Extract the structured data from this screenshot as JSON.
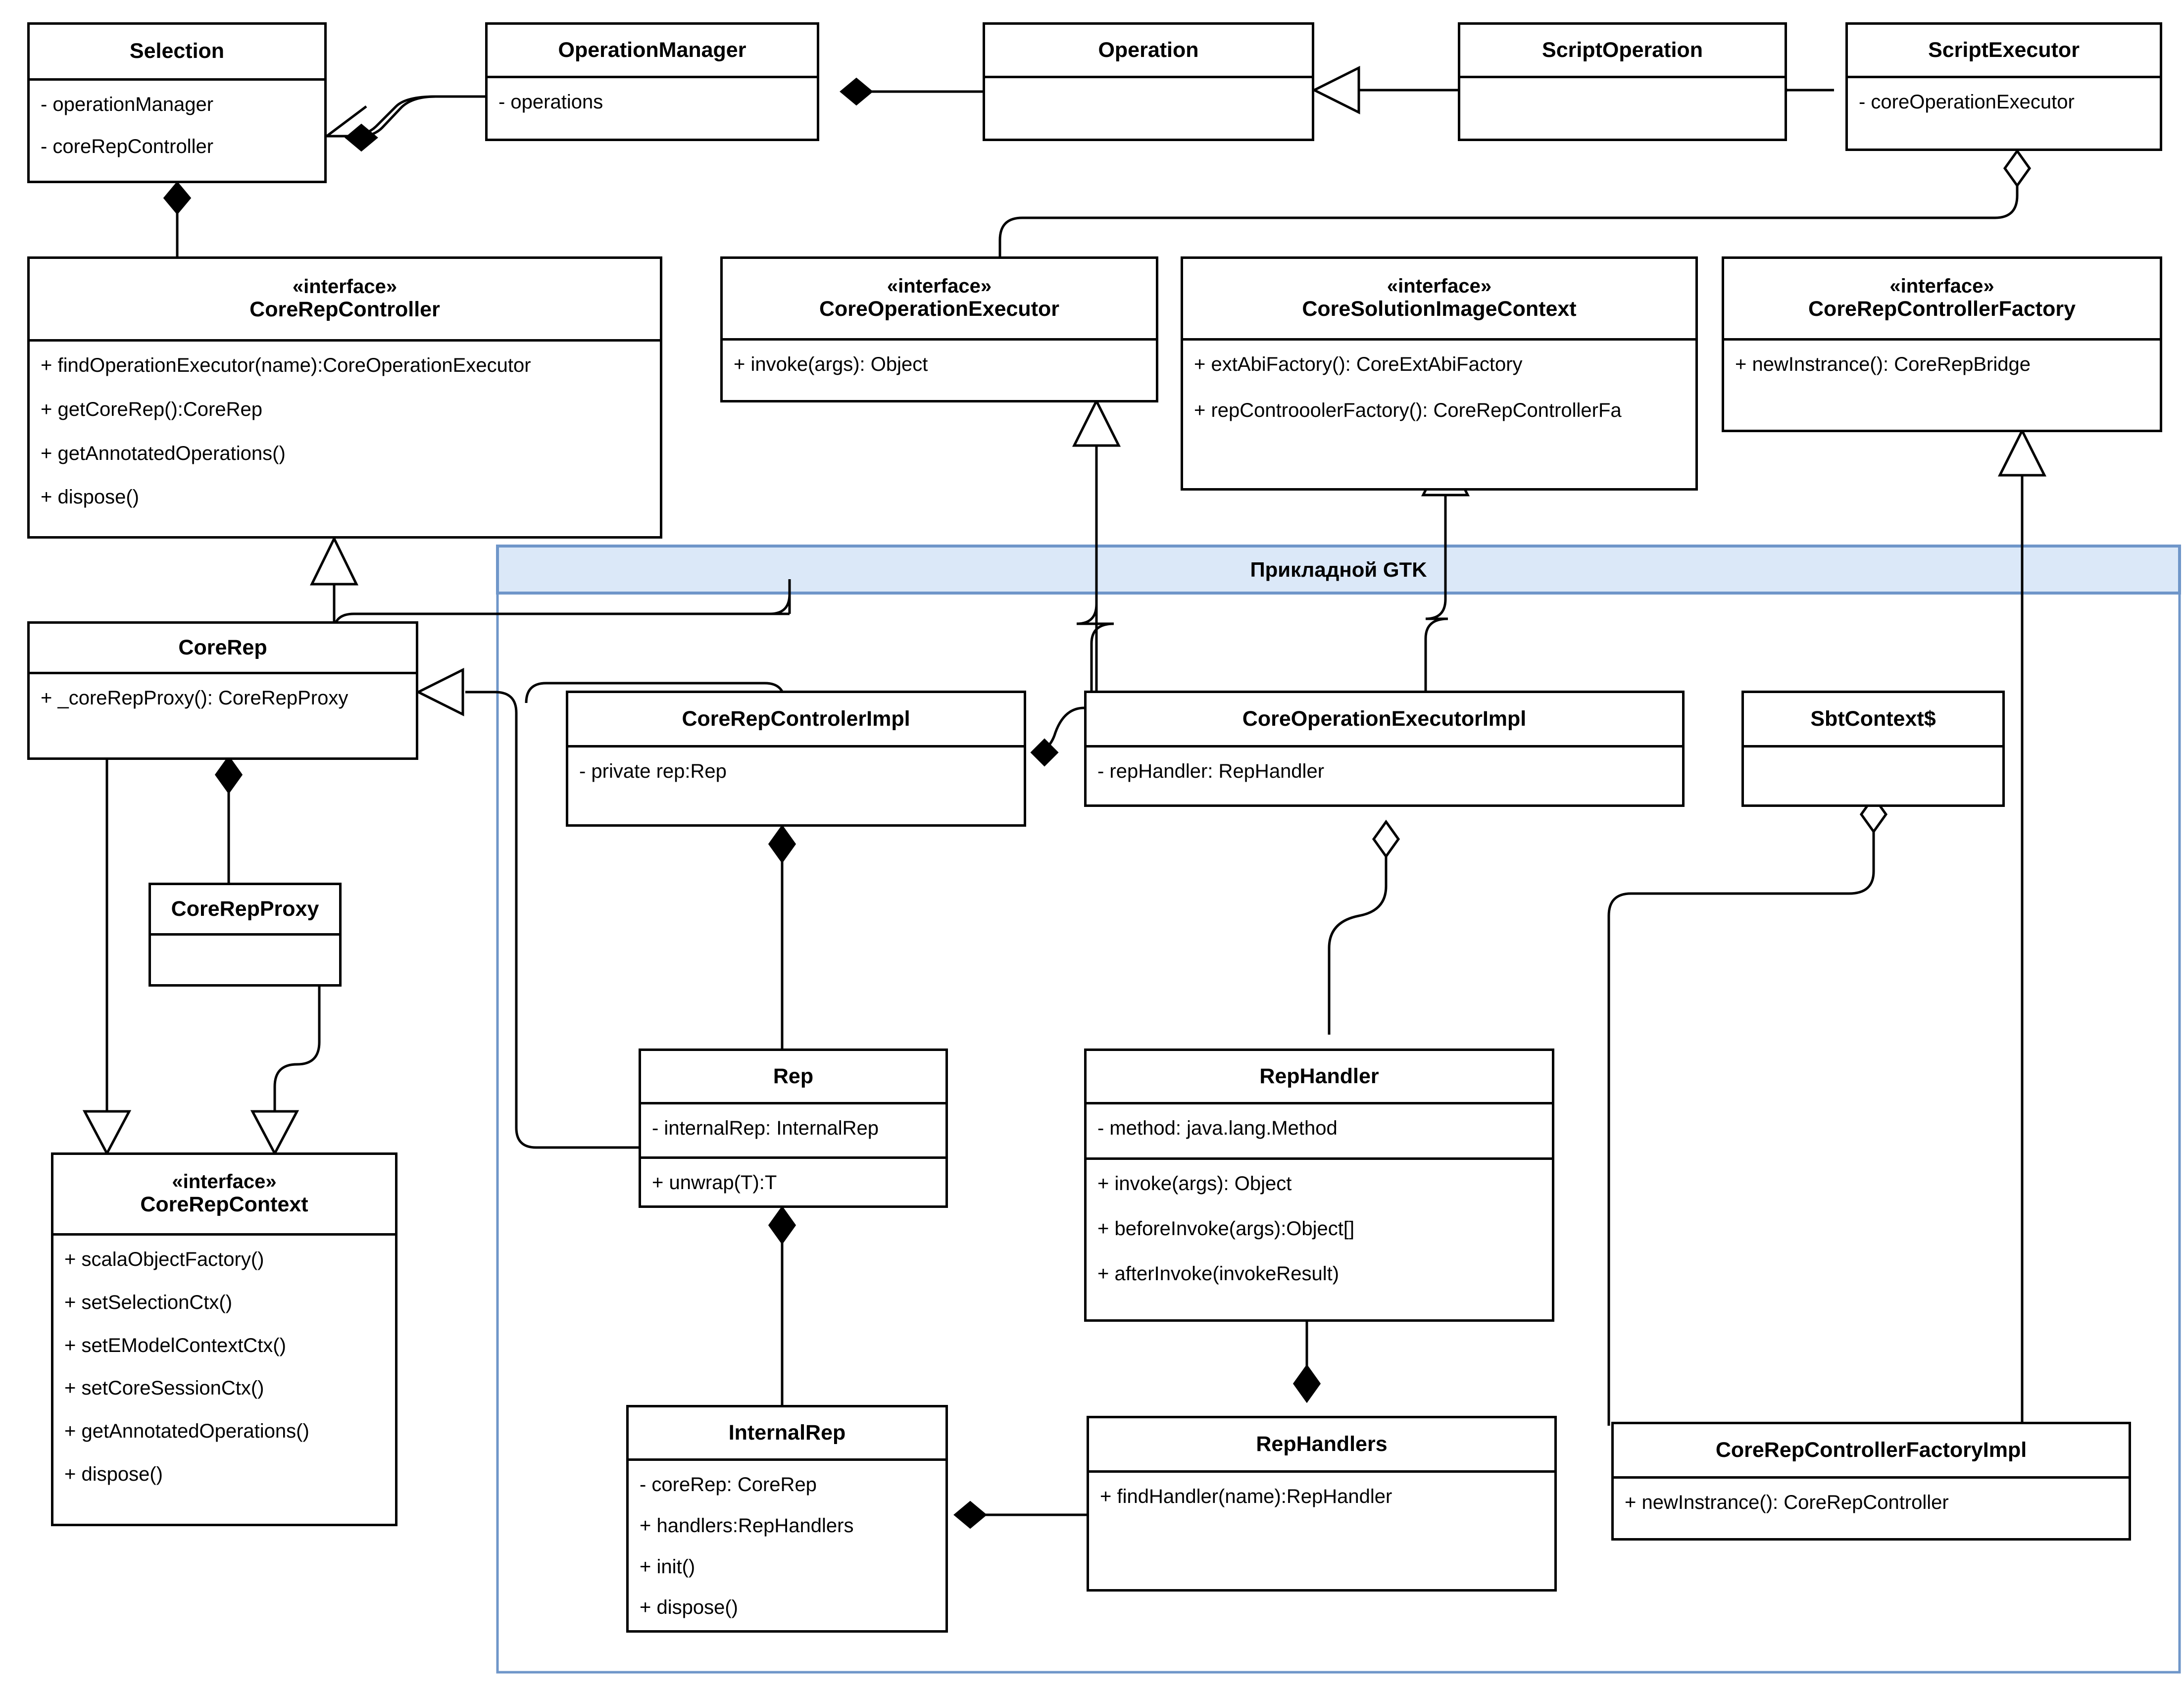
{
  "diagram": {
    "type": "uml-class-diagram",
    "package": {
      "label": "Прикладной GTK",
      "header_color": "#dbe8f8",
      "border_color": "#6f96c9"
    }
  },
  "classes": {
    "selection": {
      "name": "Selection",
      "stereotype": "",
      "attributes": [
        "- operationManager",
        "- coreRepController"
      ],
      "operations": []
    },
    "operation_manager": {
      "name": "OperationManager",
      "stereotype": "",
      "attributes": [
        "- operations"
      ],
      "operations": []
    },
    "operation": {
      "name": "Operation",
      "stereotype": "",
      "attributes": [],
      "operations": []
    },
    "script_operation": {
      "name": "ScriptOperation",
      "stereotype": "",
      "attributes": [],
      "operations": []
    },
    "script_executor": {
      "name": "ScriptExecutor",
      "stereotype": "",
      "attributes": [
        "- coreOperationExecutor"
      ],
      "operations": []
    },
    "core_rep_controller": {
      "name": "CoreRepController",
      "stereotype": "«interface»",
      "attributes": [],
      "operations": [
        "+ findOperationExecutor(name):CoreOperationExecutor",
        "+ getCoreRep():CoreRep",
        "+ getAnnotatedOperations()",
        "+ dispose()"
      ]
    },
    "core_operation_executor": {
      "name": "CoreOperationExecutor",
      "stereotype": "«interface»",
      "attributes": [],
      "operations": [
        "+ invoke(args): Object"
      ]
    },
    "core_solution_image_context": {
      "name": "CoreSolutionImageContext",
      "stereotype": "«interface»",
      "attributes": [],
      "operations": [
        "+ extAbiFactory(): CoreExtAbiFactory",
        "+ repControoolerFactory(): CoreRepControllerFa"
      ]
    },
    "core_rep_controller_factory": {
      "name": "CoreRepControllerFactory",
      "stereotype": "«interface»",
      "attributes": [],
      "operations": [
        "+ newInstrance(): CoreRepBridge"
      ]
    },
    "core_rep": {
      "name": "CoreRep",
      "stereotype": "",
      "attributes": [],
      "operations": [
        "+ _coreRepProxy(): CoreRepProxy"
      ]
    },
    "core_rep_proxy": {
      "name": "CoreRepProxy",
      "stereotype": "",
      "attributes": [],
      "operations": []
    },
    "core_rep_context": {
      "name": "CoreRepContext",
      "stereotype": "«interface»",
      "attributes": [],
      "operations": [
        "+ scalaObjectFactory()",
        "+ setSelectionCtx()",
        "+ setEModelContextCtx()",
        "+ setCoreSessionCtx()",
        "+ getAnnotatedOperations()",
        "+ dispose()"
      ]
    },
    "core_rep_controler_impl": {
      "name": "CoreRepControlerImpl",
      "stereotype": "",
      "attributes": [
        "- private rep:Rep"
      ],
      "operations": []
    },
    "core_operation_executor_impl": {
      "name": "CoreOperationExecutorImpl",
      "stereotype": "",
      "attributes": [
        "- repHandler: RepHandler"
      ],
      "operations": []
    },
    "sbt_context": {
      "name": "SbtContext$",
      "stereotype": "",
      "attributes": [],
      "operations": []
    },
    "rep": {
      "name": "Rep",
      "stereotype": "",
      "attributes": [
        "- internalRep: InternalRep"
      ],
      "operations": [
        "+ unwrap(T):T"
      ]
    },
    "rep_handler": {
      "name": "RepHandler",
      "stereotype": "",
      "attributes": [
        "- method: java.lang.Method"
      ],
      "operations": [
        "+ invoke(args): Object",
        "+ beforeInvoke(args):Object[]",
        "+ afterInvoke(invokeResult)"
      ]
    },
    "internal_rep": {
      "name": "InternalRep",
      "stereotype": "",
      "attributes": [],
      "operations": [
        "- coreRep: CoreRep",
        "+ handlers:RepHandlers",
        "+ init()",
        "+ dispose()"
      ]
    },
    "rep_handlers": {
      "name": "RepHandlers",
      "stereotype": "",
      "attributes": [],
      "operations": [
        "+ findHandler(name):RepHandler"
      ]
    },
    "core_rep_controller_factory_impl": {
      "name": "CoreRepControllerFactoryImpl",
      "stereotype": "",
      "attributes": [],
      "operations": [
        "+ newInstrance(): CoreRepController"
      ]
    }
  },
  "relationships": [
    {
      "from": "operation_manager",
      "to": "selection",
      "type": "composition"
    },
    {
      "from": "operation",
      "to": "operation_manager",
      "type": "composition"
    },
    {
      "from": "script_operation",
      "to": "operation",
      "type": "generalization"
    },
    {
      "from": "script_executor",
      "to": "script_operation",
      "type": "composition"
    },
    {
      "from": "core_rep_controller",
      "to": "selection",
      "type": "composition"
    },
    {
      "from": "script_executor",
      "to": "core_operation_executor",
      "type": "aggregation"
    },
    {
      "from": "core_rep",
      "to": "core_rep_controller",
      "type": "generalization"
    },
    {
      "from": "core_rep_controler_impl",
      "to": "core_rep",
      "type": "generalization"
    },
    {
      "from": "core_operation_executor_impl",
      "to": "core_operation_executor",
      "type": "generalization"
    },
    {
      "from": "core_operation_executor_impl",
      "to": "core_solution_image_context",
      "type": "generalization"
    },
    {
      "from": "core_rep_controller_factory_impl",
      "to": "core_rep_controller_factory",
      "type": "generalization"
    },
    {
      "from": "core_rep_proxy",
      "to": "core_rep",
      "type": "composition"
    },
    {
      "from": "core_rep",
      "to": "core_rep_context",
      "type": "generalization"
    },
    {
      "from": "core_rep_proxy",
      "to": "core_rep_context",
      "type": "generalization"
    },
    {
      "from": "rep",
      "to": "core_rep_controler_impl",
      "type": "composition"
    },
    {
      "from": "rep_handler",
      "to": "core_operation_executor_impl",
      "type": "aggregation"
    },
    {
      "from": "internal_rep",
      "to": "rep",
      "type": "composition"
    },
    {
      "from": "rep_handlers",
      "to": "rep_handler",
      "type": "composition"
    },
    {
      "from": "rep_handlers",
      "to": "internal_rep",
      "type": "composition"
    },
    {
      "from": "core_rep_controller_factory_impl",
      "to": "sbt_context",
      "type": "aggregation"
    }
  ]
}
